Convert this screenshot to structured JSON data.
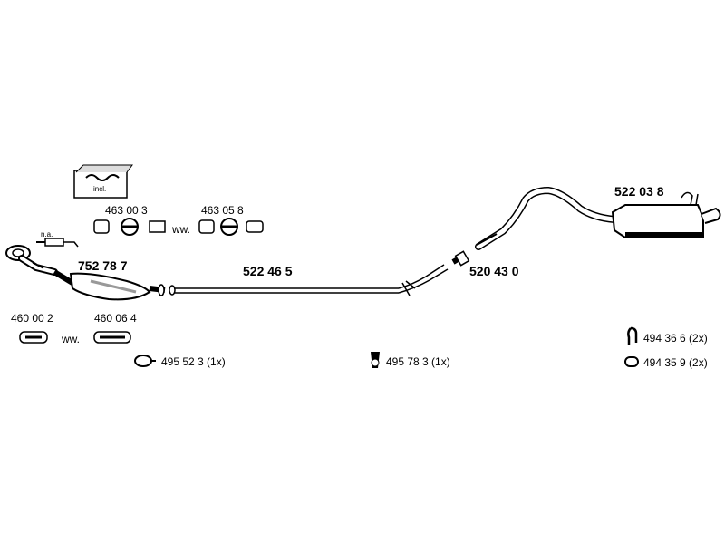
{
  "parts": {
    "front_pipe_cat": "752 78 7",
    "middle_pipe": "522 46 5",
    "connector_pipe": "520 43 0",
    "rear_silencer": "522 03 8"
  },
  "kits": {
    "incl_label": "incl.",
    "na_label": "n.a.",
    "clamp_a": "463 00 3",
    "clamp_b": "463 05 8",
    "gasket_a": "460 00 2",
    "gasket_b": "460 06 4",
    "ww_label_top": "ww.",
    "ww_label_bottom": "ww."
  },
  "fittings": {
    "clamp_ring": "495 52 3  (1x)",
    "rubber_mount": "495 78 3 (1x)",
    "hanger_hook": "494 36 6 (2x)",
    "hanger_ring": "494 35 9 (2x)"
  },
  "colors": {
    "ink": "#000000",
    "paper": "#ffffff",
    "shade": "#9a9a9a"
  }
}
